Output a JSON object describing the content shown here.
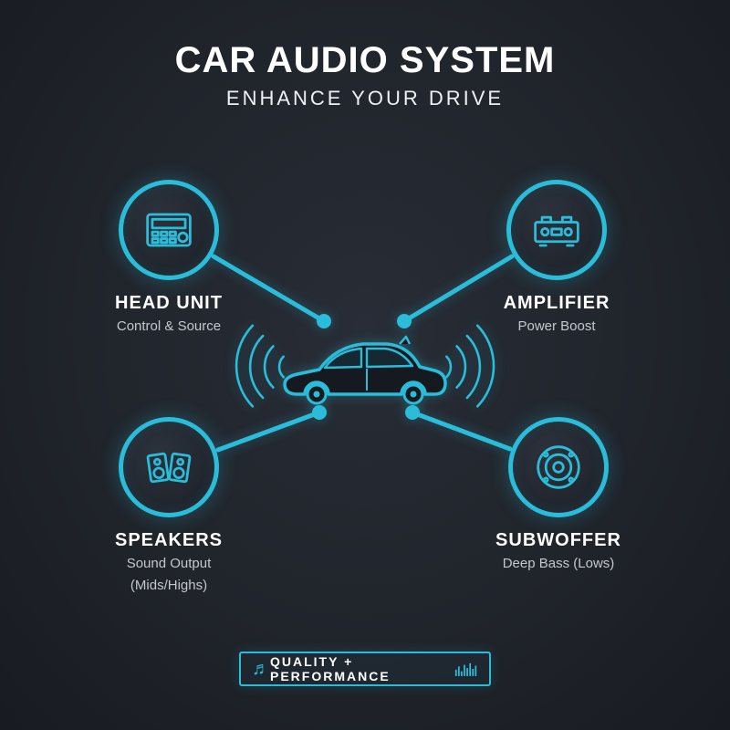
{
  "colors": {
    "background": "#20242b",
    "accent": "#2bbcd9",
    "text_primary": "#ffffff",
    "text_secondary": "#c3c8ce"
  },
  "header": {
    "title": "CAR AUDIO SYSTEM",
    "subtitle": "ENHANCE YOUR DRIVE"
  },
  "components": [
    {
      "id": "head-unit",
      "label": "HEAD UNIT",
      "sublabel": "Control & Source",
      "sublabel2": "",
      "icon": "head-unit-icon",
      "position": "top-left"
    },
    {
      "id": "amplifier",
      "label": "AMPLIFIER",
      "sublabel": "Power Boost",
      "sublabel2": "",
      "icon": "amplifier-icon",
      "position": "top-right"
    },
    {
      "id": "speakers",
      "label": "SPEAKERS",
      "sublabel": "Sound Output",
      "sublabel2": "(Mids/Highs)",
      "icon": "speakers-icon",
      "position": "bottom-left"
    },
    {
      "id": "subwoofer",
      "label": "SUBWOFFER",
      "sublabel": "Deep Bass (Lows)",
      "sublabel2": "",
      "icon": "subwoofer-icon",
      "position": "bottom-right"
    }
  ],
  "center_illustration": {
    "name": "car-with-sound-waves"
  },
  "footer": {
    "label": "QUALITY + PERFORMANCE",
    "left_icon": "music-note-icon",
    "left_icon_glyph": "♬",
    "right_icon": "equalizer-icon"
  }
}
